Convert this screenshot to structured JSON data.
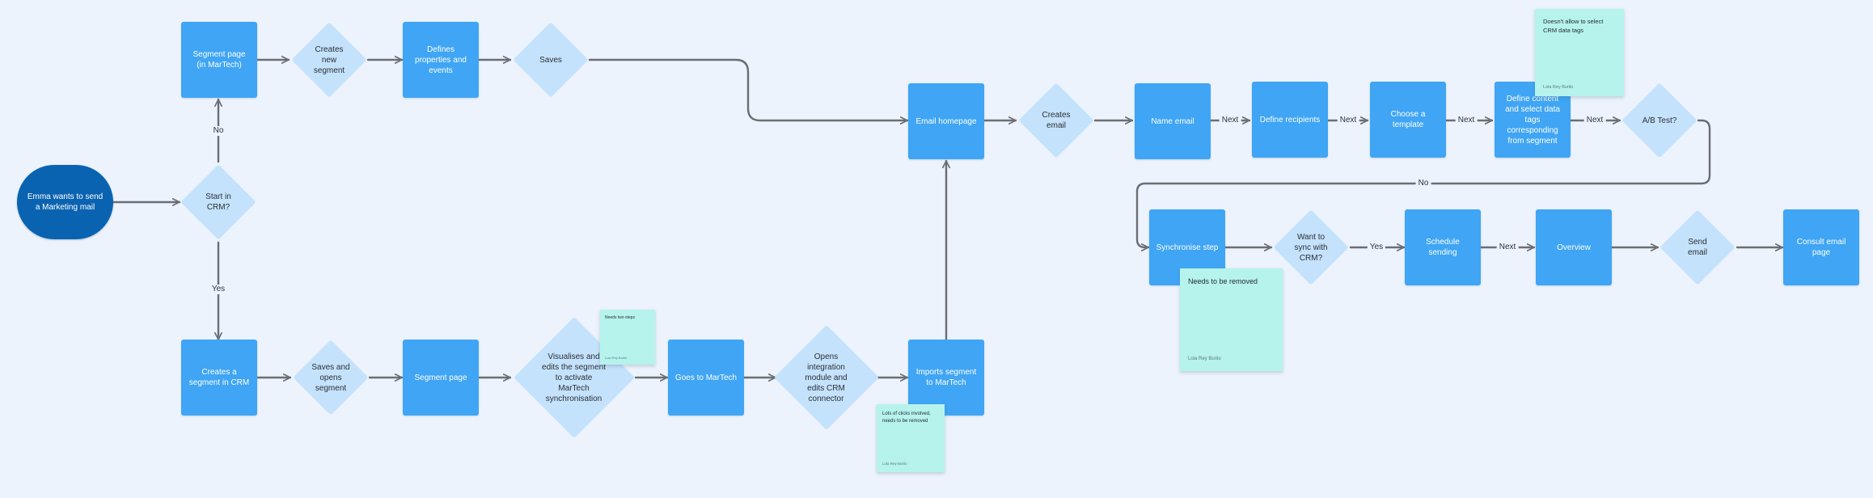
{
  "nodes": {
    "start": "Emma wants to send a Marketing mail",
    "start_in_crm": "Start in CRM?",
    "segment_page_martech": "Segment page (in MarTech)",
    "creates_new_segment": "Creates new segment",
    "defines_properties": "Defines properties and events",
    "saves": "Saves",
    "creates_segment_crm": "Creates a segment in CRM",
    "saves_and_opens": "Saves and opens segment",
    "segment_page": "Segment page",
    "visualises_edits": "Visualises and edits the segment to activate MarTech synchronisation",
    "goes_to_martech": "Goes to MarTech",
    "opens_integration": "Opens integration module and edits CRM connector",
    "imports_segment": "Imports segment to MarTech",
    "email_homepage": "Email homepage",
    "creates_email": "Creates email",
    "name_email": "Name email",
    "define_recipients": "Define recipients",
    "choose_template": "Choose a template",
    "define_content": "Define content and select data tags corresponding from segment",
    "ab_test": "A/B Test?",
    "synchronise_step": "Synchronise step",
    "want_to_sync": "Want to sync with CRM?",
    "schedule_sending": "Schedule sending",
    "overview": "Overview",
    "send_email": "Send email",
    "consult_email": "Consult email page"
  },
  "edge_labels": {
    "no": "No",
    "yes": "Yes",
    "next": "Next"
  },
  "stickies": {
    "crm_tags": {
      "text": "Doesn't allow to select CRM data tags",
      "author": "Lola Rey Burilo"
    },
    "remove": {
      "text": "Needs to be removed",
      "author": "Lola Rey Burilo"
    },
    "two_steps": {
      "text": "Needs two steps",
      "author": "Lola Rey Burilo"
    },
    "clicks": {
      "text": "Lots of clicks involved, needs to be removed",
      "author": "Lola Rey Burilo"
    }
  },
  "colors": {
    "process": "#3fa5f4",
    "start": "#0a63b0",
    "decision": "#c4e2fb",
    "sticky": "#b6f3ec",
    "connector": "#6b6e73",
    "background": "#ecf3fd"
  }
}
